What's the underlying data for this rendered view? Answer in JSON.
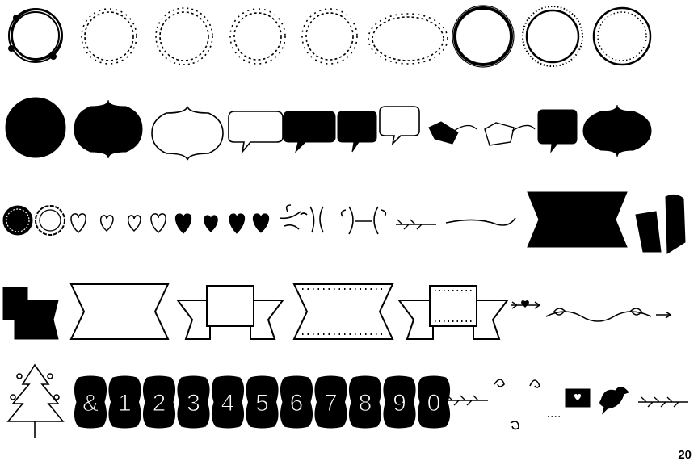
{
  "page_number": "20",
  "number_labels": [
    "&",
    "1",
    "2",
    "3",
    "4",
    "5",
    "6",
    "7",
    "8",
    "9",
    "0"
  ],
  "ink_color": "#000000",
  "paper_color": "#ffffff"
}
